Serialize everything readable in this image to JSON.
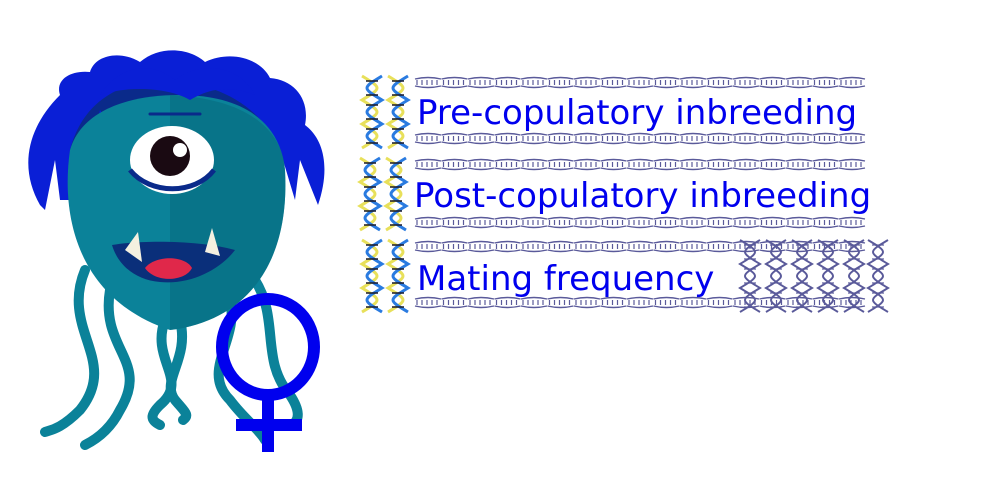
{
  "colors": {
    "monster_body": "#0b8299",
    "monster_body_dark": "#08697c",
    "monster_hair": "#0a1fd6",
    "monster_hair_dark": "#0a2a8a",
    "mouth": "#0a2f7a",
    "tongue": "#e0284a",
    "female_symbol": "#0000ee",
    "label_text": "#0000ee",
    "dna_rung": "#5a5a9a",
    "dna_yellow": "#e8e05a",
    "dna_blue": "#2a7be0",
    "dna_dark": "#1a1a2a"
  },
  "icons": {
    "character": "one-eyed-monster-icon",
    "female": "female-symbol-icon",
    "dna": "dna-helix-icon"
  },
  "rows": [
    {
      "label": "Pre-copulatory inbreeding",
      "level": "low"
    },
    {
      "label": "Post-copulatory inbreeding",
      "level": "low"
    },
    {
      "label": "Mating frequency",
      "level": "high"
    }
  ]
}
